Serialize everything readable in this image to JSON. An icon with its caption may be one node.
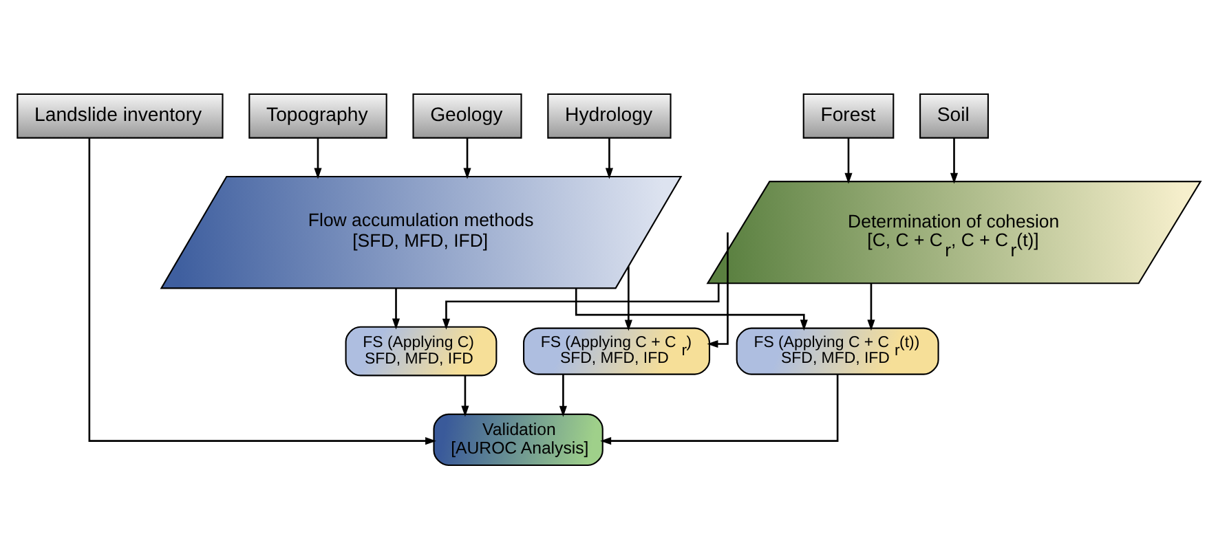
{
  "diagram": {
    "nodes": [
      {
        "text": [
          "Landslide inventory"
        ]
      },
      {
        "text": [
          "Geology"
        ]
      },
      {
        "text": [
          "Forest"
        ]
      },
      {
        "text": [
          "Topography"
        ]
      },
      {
        "text": [
          "Hydrology"
        ]
      },
      {
        "text": [
          "Soil"
        ]
      },
      {
        "text": [
          "Flow accumulation methods [SFD, MFD, IFD]"
        ]
      },
      {
        "text": [
          "Determination of cohesion [C, C + C$_{r}$, C + C$_{r}$(t)]"
        ]
      },
      {
        "text": [
          "FS (Applying C) SFD, MFD, IFD"
        ]
      },
      {
        "text": [
          "FS (Applying C + C$_{r}$) SFD, MFD, IFD"
        ]
      },
      {
        "text": [
          "FS (Applying C + C$_{r}$(t)) SFD, MFD, IFD"
        ]
      },
      {
        "text": [
          "Validation [AUROC Analysis]"
        ]
      }
    ],
    "edges": [
      {
        "from": 1,
        "to": 6,
        "arrow": "to"
      },
      {
        "from": 3,
        "to": 6,
        "arrow": "to"
      },
      {
        "from": 4,
        "to": 6,
        "arrow": "to"
      },
      {
        "from": 2,
        "to": 7,
        "arrow": "to"
      },
      {
        "from": 5,
        "to": 7,
        "arrow": "to"
      },
      {
        "from": 6,
        "to": 8,
        "arrow": "to"
      },
      {
        "from": 6,
        "to": 9,
        "arrow": "to"
      },
      {
        "from": 6,
        "to": 10,
        "arrow": "to"
      },
      {
        "from": 7,
        "to": 8,
        "arrow": "to"
      },
      {
        "from": 7,
        "to": 9,
        "arrow": "to"
      },
      {
        "from": 7,
        "to": 10,
        "arrow": "to"
      },
      {
        "from": 8,
        "to": 11,
        "arrow": "to"
      },
      {
        "from": 9,
        "to": 11,
        "arrow": "to"
      },
      {
        "from": 10,
        "to": 11,
        "arrow": "to"
      },
      {
        "from": 0,
        "to": 11,
        "arrow": "to"
      }
    ]
  }
}
